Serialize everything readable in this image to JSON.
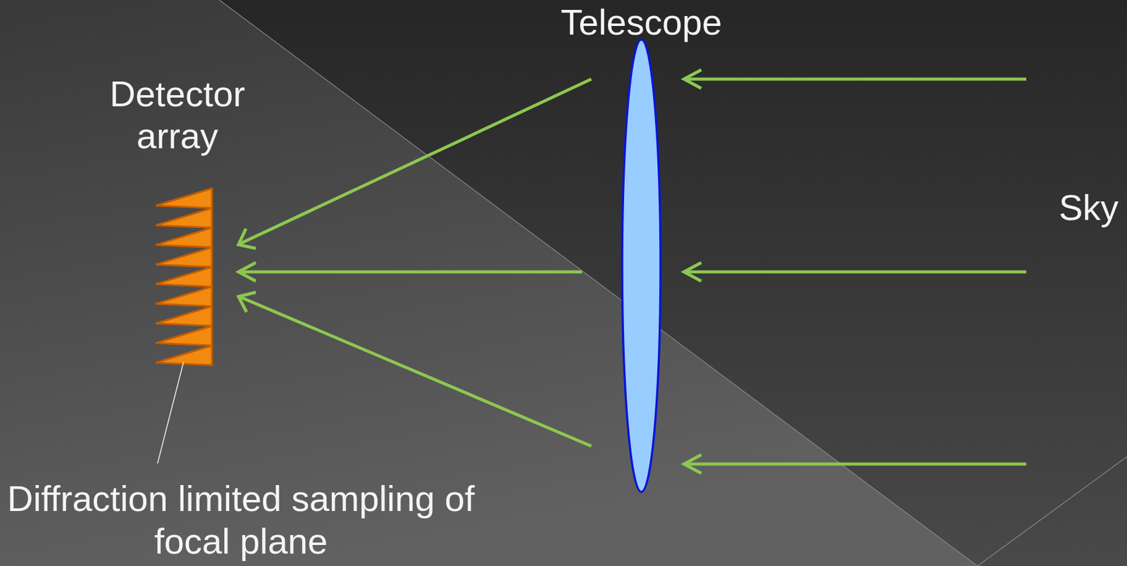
{
  "diagram": {
    "labels": [
      "Telescope",
      "Detector array",
      "Sky",
      "Diffraction limited sampling of focal plane"
    ]
  }
}
